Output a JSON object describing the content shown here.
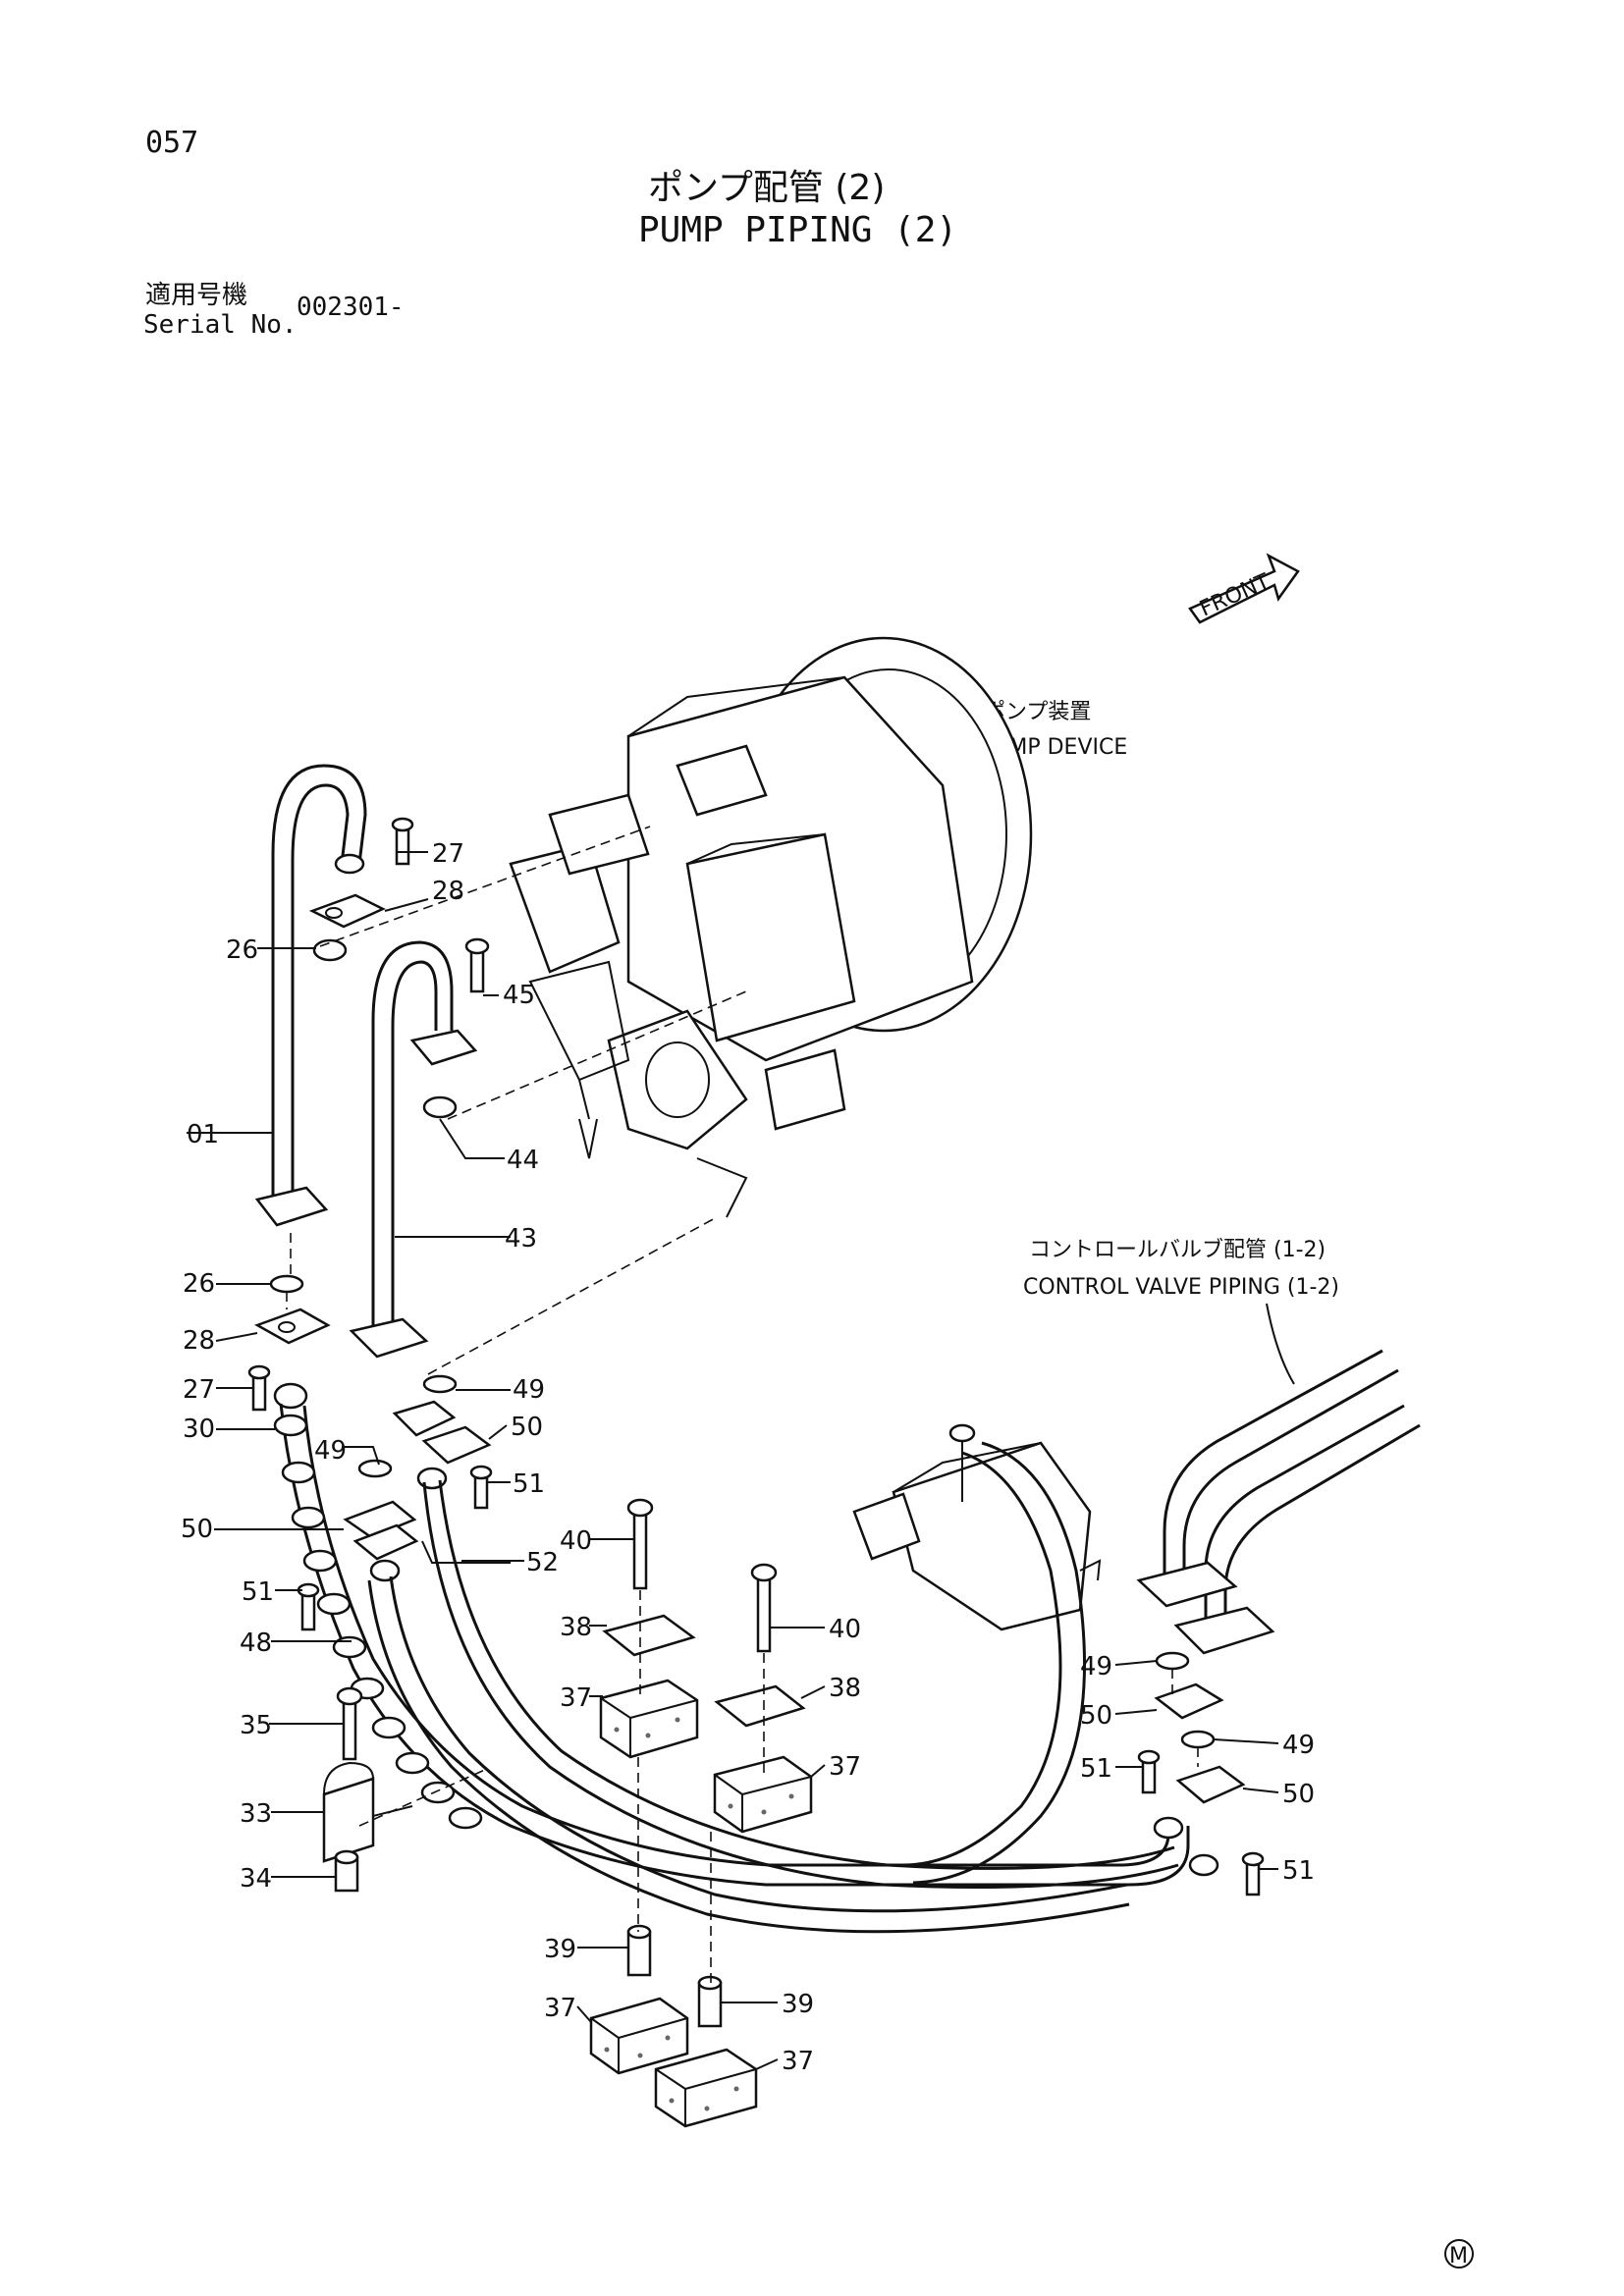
{
  "header": {
    "page_number": "057",
    "title_jp": "ポンプ配管 (2)",
    "title_en": "PUMP PIPING (2)",
    "serial_label_jp": "適用号機",
    "serial_label_en": "Serial No.",
    "serial_value": "002301-"
  },
  "callouts": {
    "front": "FRONT",
    "pump_device_jp": "ポンプ装置",
    "pump_device_en": "PUMP DEVICE",
    "cvp_jp": "コントロールバルブ配管 (1-2)",
    "cvp_en": "CONTROL VALVE PIPING (1-2)",
    "mark": "M"
  },
  "parts": {
    "p01": "01",
    "p26": "26",
    "p27": "27",
    "p28": "28",
    "p30": "30",
    "p33": "33",
    "p34": "34",
    "p35": "35",
    "p37": "37",
    "p38": "38",
    "p39": "39",
    "p40": "40",
    "p43": "43",
    "p44": "44",
    "p45": "45",
    "p48": "48",
    "p49": "49",
    "p50": "50",
    "p51": "51",
    "p52": "52"
  }
}
